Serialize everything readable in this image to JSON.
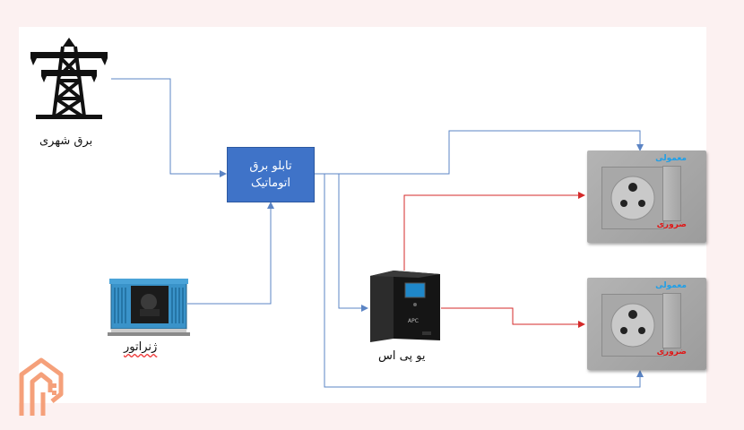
{
  "nodes": {
    "city_power": {
      "label": "برق شهری",
      "icon": "power-tower-icon"
    },
    "ats_panel": {
      "line1": "تابلو برق",
      "line2": "اتوماتیک"
    },
    "generator": {
      "label": "ژنراتور",
      "icon": "generator-icon"
    },
    "ups": {
      "label": "یو پی اس",
      "icon": "ups-icon",
      "brand": "APC"
    },
    "socket_top": {
      "normal": "معمولی",
      "critical": "ضروری"
    },
    "socket_bottom": {
      "normal": "معمولی",
      "critical": "ضروری"
    }
  },
  "colors": {
    "wire_normal": "#5b84c4",
    "wire_critical": "#d42a2a",
    "panel": "#3f73c8",
    "logo": "#f5a07a"
  }
}
